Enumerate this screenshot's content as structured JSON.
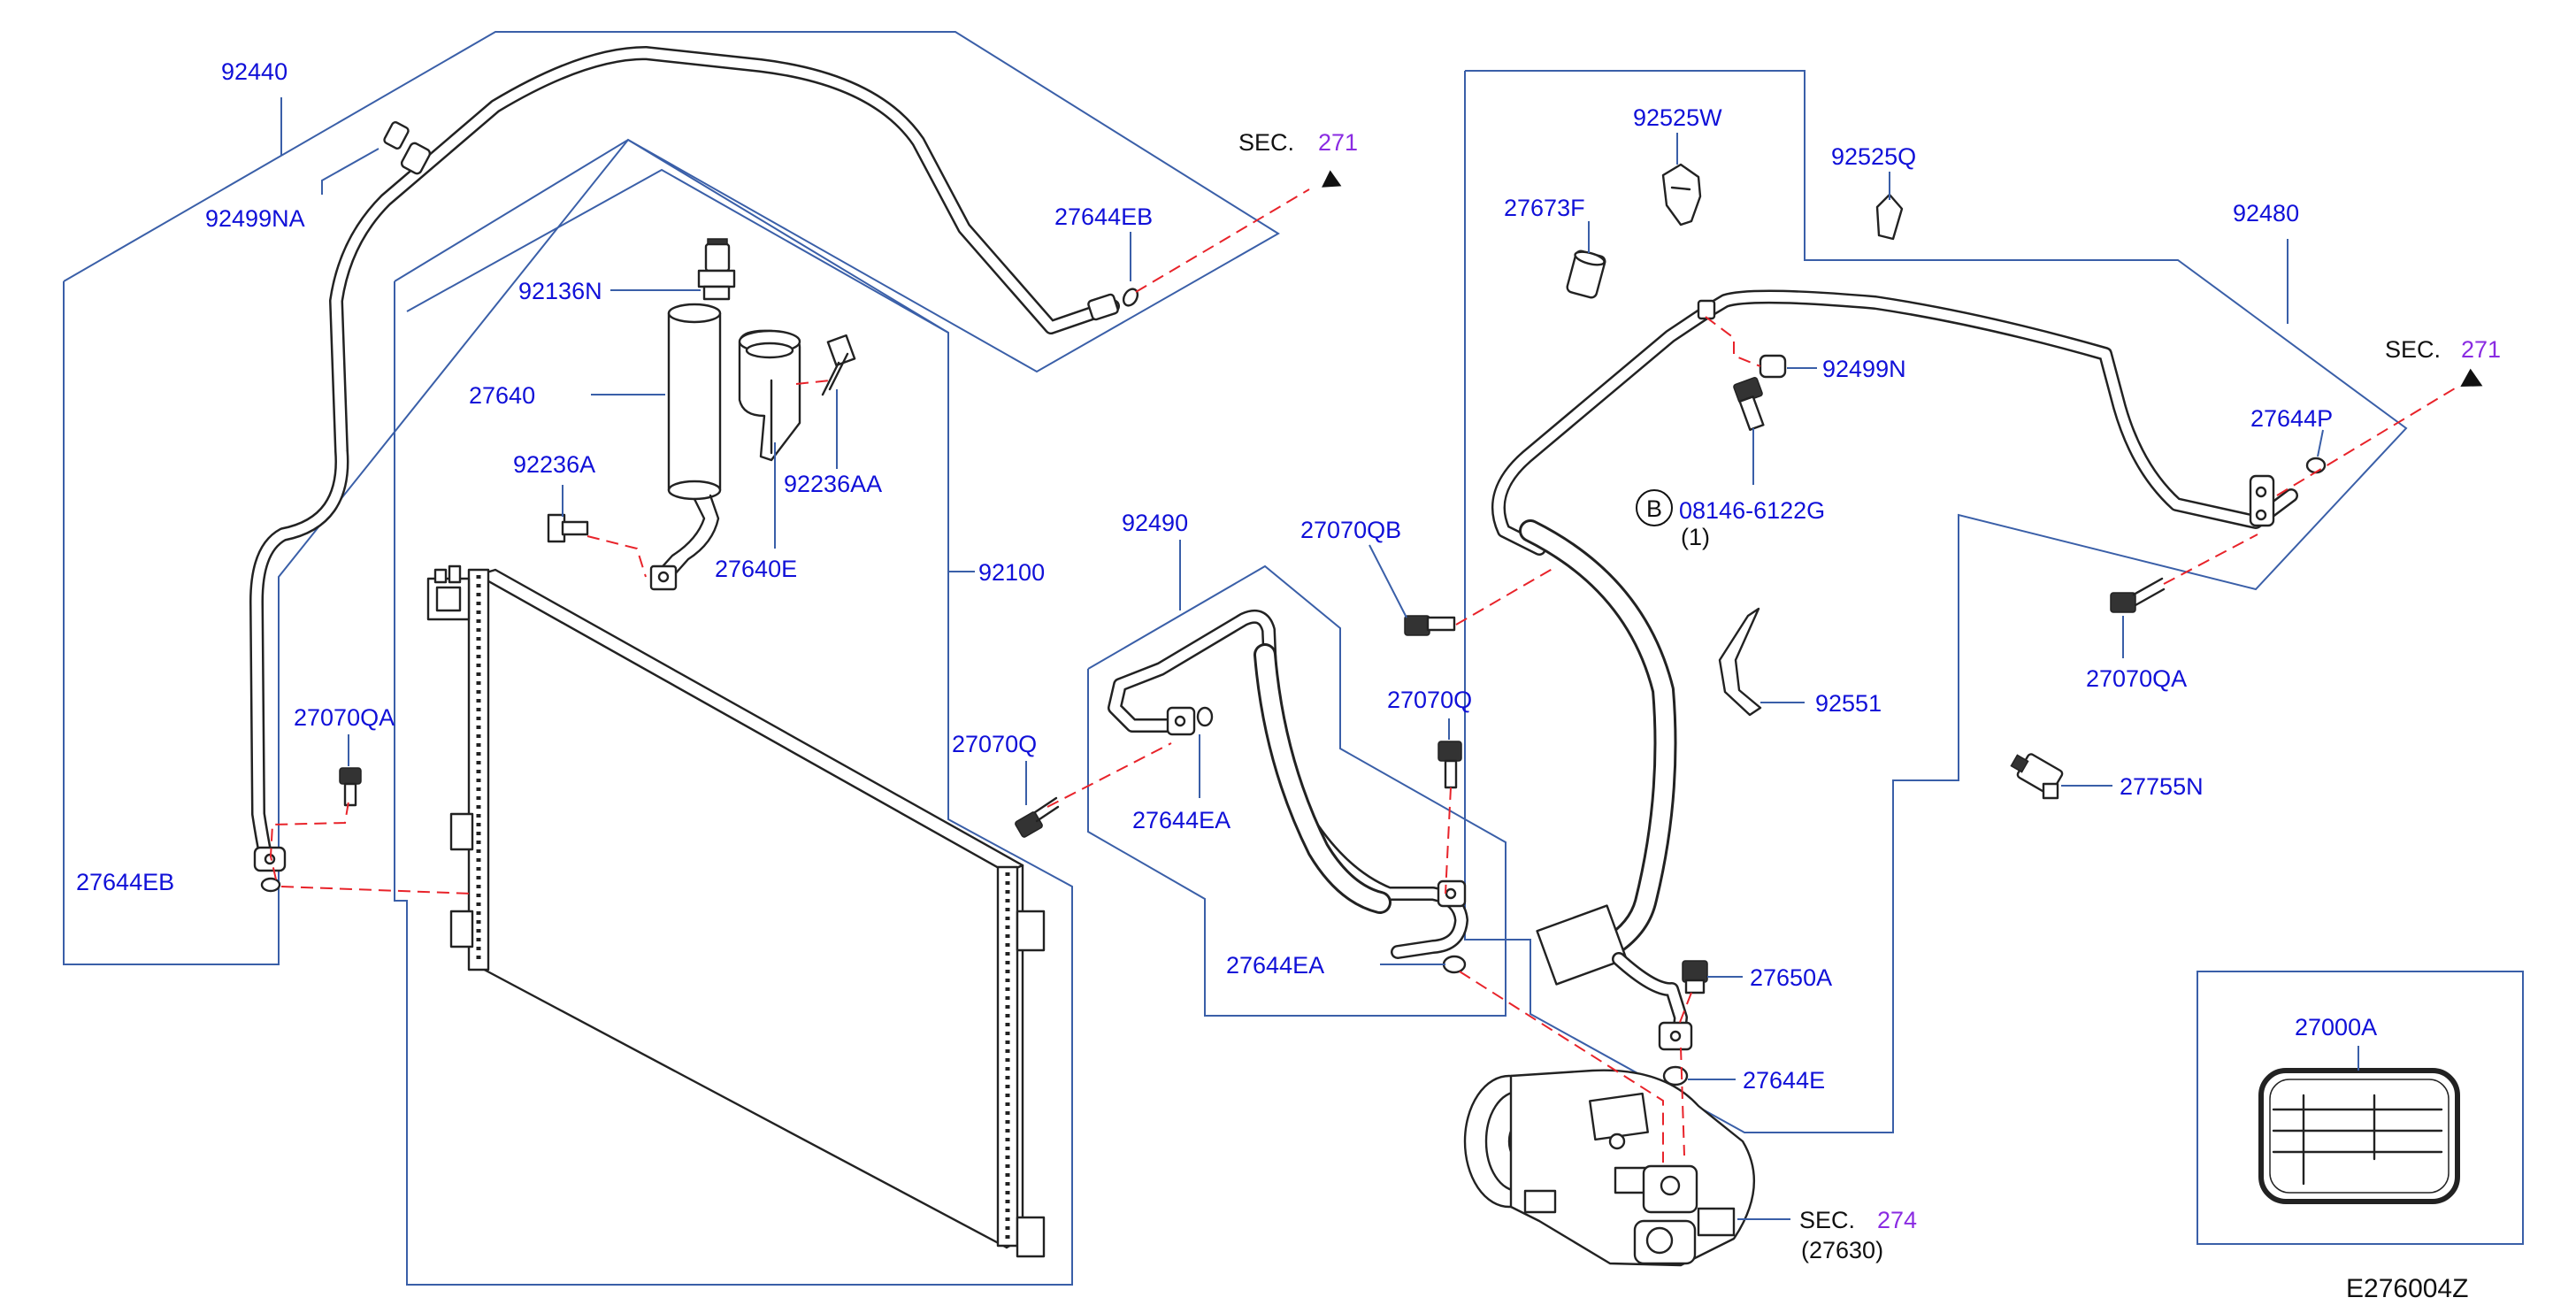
{
  "diagram_code": "E276004Z",
  "labels": {
    "p92440": "92440",
    "p92499NA": "92499NA",
    "p92136N": "92136N",
    "p27640": "27640",
    "p92236A": "92236A",
    "p92236AA": "92236AA",
    "p27640E": "27640E",
    "p92100": "92100",
    "p27070QA_left": "27070QA",
    "p27644EB_left": "27644EB",
    "p27644EB_top": "27644EB",
    "sec271_top_prefix": "SEC.",
    "sec271_top_num": "271",
    "p92490": "92490",
    "p27070QB": "27070QB",
    "p27070Q_left": "27070Q",
    "p27070Q_mid": "27070Q",
    "p27644EA_1": "27644EA",
    "p27644EA_2": "27644EA",
    "p92525W": "92525W",
    "p27673F": "27673F",
    "p92525Q": "92525Q",
    "p92480": "92480",
    "sec271_right_prefix": "SEC.",
    "sec271_right_num": "271",
    "p92499N": "92499N",
    "p27644P": "27644P",
    "b_letter": "B",
    "p08146": "08146-6122G",
    "qty_08146": "(1)",
    "p27070QA_right": "27070QA",
    "p92551": "92551",
    "p27755N": "27755N",
    "p27650A": "27650A",
    "p27644E": "27644E",
    "sec274_prefix": "SEC.",
    "sec274_num": "274",
    "p27630": "(27630)",
    "p27000A": "27000A"
  }
}
